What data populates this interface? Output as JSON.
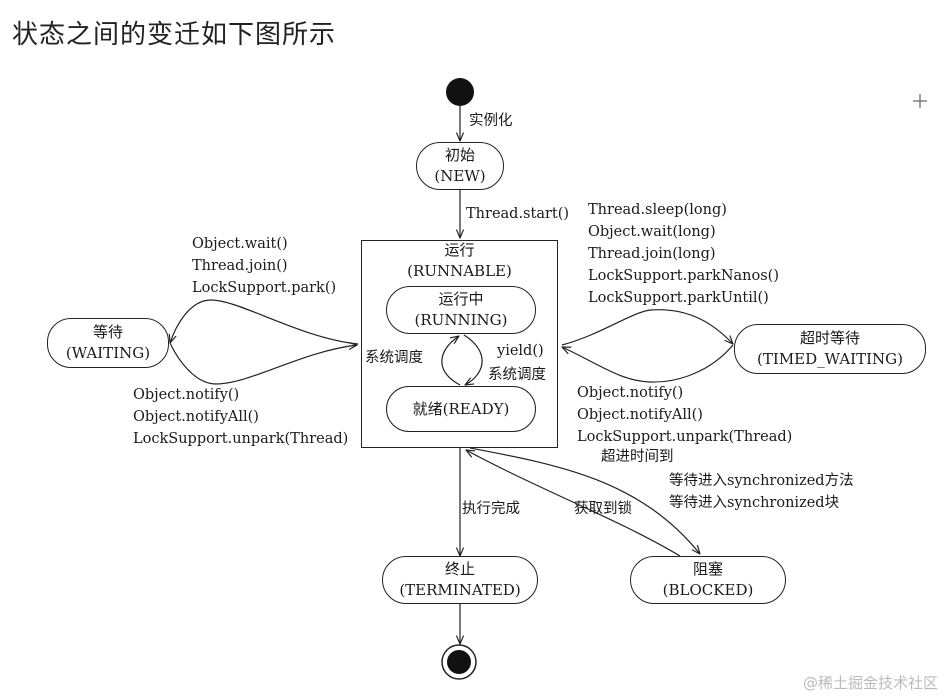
{
  "title": "状态之间的变迁如下图所示",
  "states": {
    "new": {
      "name": "初始",
      "sub": "(NEW)"
    },
    "runnable": {
      "name": "运行",
      "sub": "(RUNNABLE)"
    },
    "running": {
      "name": "运行中",
      "sub": "(RUNNING)"
    },
    "ready": {
      "name": "就绪(READY)"
    },
    "waiting": {
      "name": "等待",
      "sub": "(WAITING)"
    },
    "timed_waiting": {
      "name": "超时等待",
      "sub": "(TIMED_WAITING)"
    },
    "terminated": {
      "name": "终止",
      "sub": "(TERMINATED)"
    },
    "blocked": {
      "name": "阻塞",
      "sub": "(BLOCKED)"
    }
  },
  "transitions": {
    "instantiate": "实例化",
    "start": "Thread.start()",
    "to_waiting": [
      "Object.wait()",
      "Thread.join()",
      "LockSupport.park()"
    ],
    "from_waiting": [
      "Object.notify()",
      "Object.notifyAll()",
      "LockSupport.unpark(Thread)"
    ],
    "to_timed_waiting": [
      "Thread.sleep(long)",
      "Object.wait(long)",
      "Thread.join(long)",
      "LockSupport.parkNanos()",
      "LockSupport.parkUntil()"
    ],
    "from_timed_waiting": [
      "Object.notify()",
      "Object.notifyAll()",
      "LockSupport.unpark(Thread)",
      "超进时间到"
    ],
    "to_blocked": [
      "等待进入synchronized方法",
      "等待进入synchronized块"
    ],
    "from_blocked": "获取到锁",
    "finish": "执行完成",
    "scheduler": "系统调度",
    "yield": "yield()",
    "scheduler_right": "系统调度"
  },
  "watermark": "@稀土掘金技术社区"
}
